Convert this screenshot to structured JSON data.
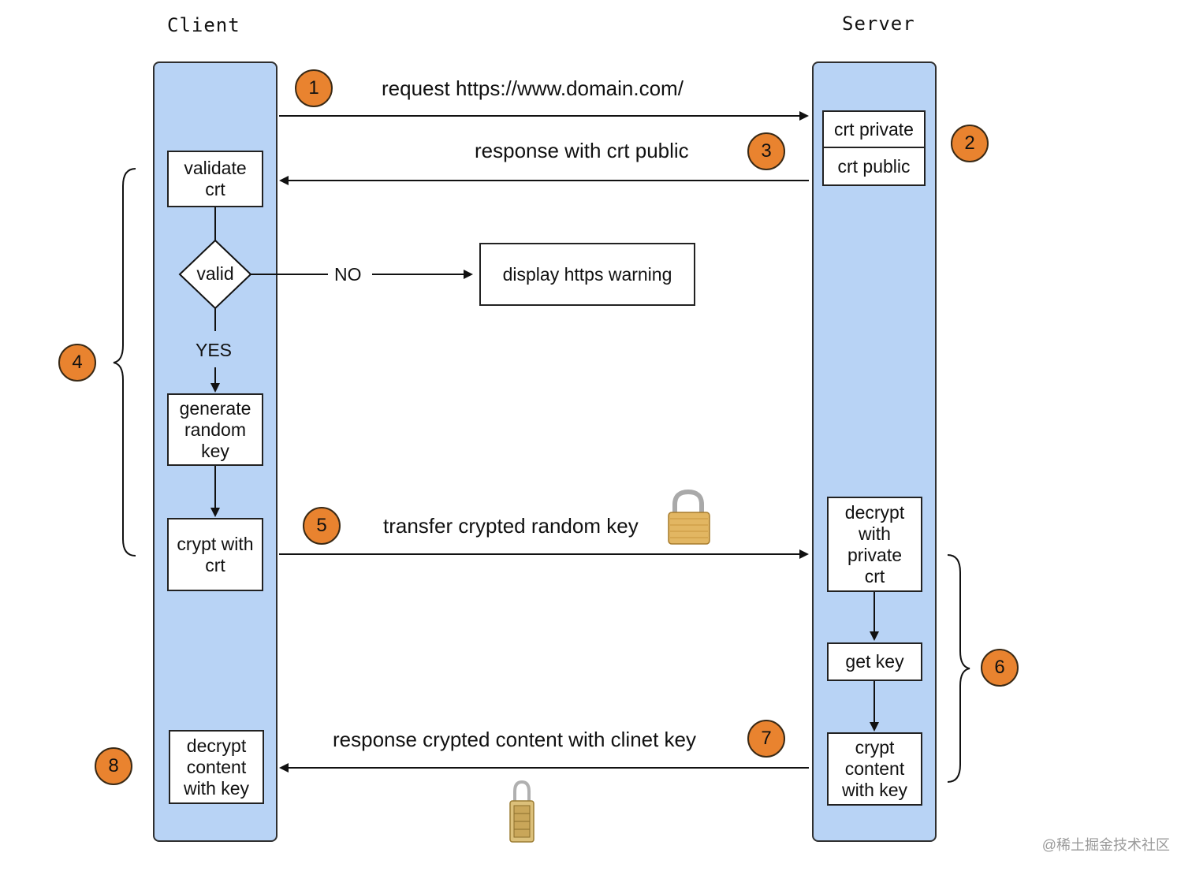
{
  "titles": {
    "client": "Client",
    "server": "Server"
  },
  "steps": [
    "1",
    "2",
    "3",
    "4",
    "5",
    "6",
    "7",
    "8"
  ],
  "messages": {
    "request": "request https://www.domain.com/",
    "response_public": "response with crt public",
    "transfer": "transfer crypted random key",
    "response_content": "response crypted content with clinet key"
  },
  "server_certs": {
    "private": "crt private",
    "public": "crt public"
  },
  "client_boxes": {
    "validate": "validate\ncrt",
    "generate": "generate\nrandom\nkey",
    "crypt": "crypt with\ncrt",
    "decrypt": "decrypt\ncontent\nwith key"
  },
  "decision": {
    "label": "valid",
    "no": "NO",
    "yes": "YES"
  },
  "warning": "display https warning",
  "server_boxes": {
    "decrypt": "decrypt\nwith\nprivate\ncrt",
    "get_key": "get key",
    "crypt": "crypt\ncontent\nwith key"
  },
  "watermark": "@稀土掘金技术社区",
  "colors": {
    "lane": "#b8d3f5",
    "badge": "#e9832f"
  },
  "icons": [
    "padlock-closed-icon",
    "combination-lock-icon"
  ]
}
